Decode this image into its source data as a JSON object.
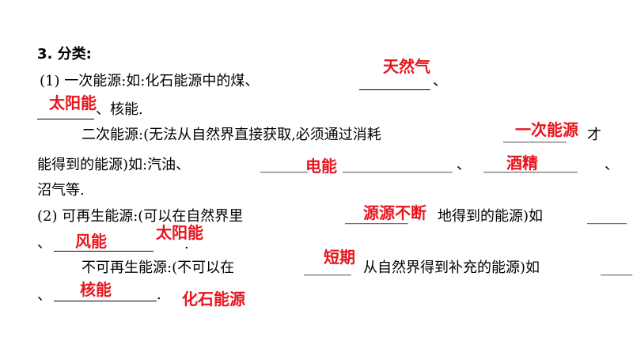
{
  "heading": "3. 分类:",
  "row1": {
    "text_a": "(1) 一次能源:如:化石能源中的煤、",
    "text_b": "、",
    "answer_gas": "天然气"
  },
  "row2": {
    "text": "、核能.",
    "answer_solar": "太阳能"
  },
  "row3": {
    "text_a": "二次能源:(无法从自然界直接获取,必须通过消耗",
    "dash": "________",
    "text_tail": "才",
    "answer": "一次能源"
  },
  "row4": {
    "text_a": "能得到的能源)如:汽油、",
    "dash_1": "______",
    "dash_2": "______________",
    "text_b": "、",
    "dash_3": "____________",
    "text_c": "、",
    "answer_electric": "电能",
    "answer_alcohol": "酒精"
  },
  "row5": {
    "text": "沼气等."
  },
  "row6": {
    "text_a": "(2) 可再生能源:(可以在自然界里",
    "dash_1": "________",
    "text_b": "地得到的能源)如",
    "dash_2": "_____",
    "answer": "源源不断"
  },
  "row7": {
    "text_a": "、",
    "text_b": ".",
    "answer_wind": "风能",
    "answer_solar": "太阳能"
  },
  "row8": {
    "text_a": "不可再生能源:(不可以在",
    "dash_1": "______",
    "text_b": "从自然界得到补充的能源)如",
    "dash_2": "____",
    "answer": "短期"
  },
  "row9": {
    "text_a": "、",
    "text_b": ".",
    "answer_nuclear": "核能",
    "answer_fossil": "化石能源"
  }
}
